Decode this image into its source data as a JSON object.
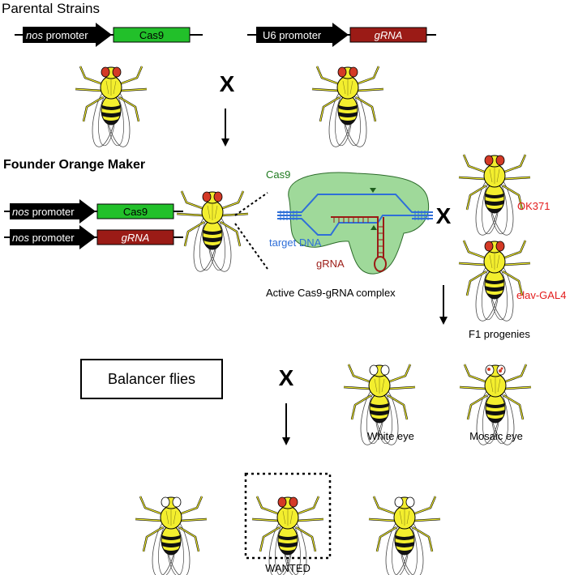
{
  "sections": {
    "parental": "Parental Strains",
    "founder": "Founder Orange Maker"
  },
  "constructs": {
    "nos_prefix": "nos",
    "nos_suffix": " promoter",
    "u6_promoter": "U6 promoter",
    "cas9": "Cas9",
    "grna": "gRNA"
  },
  "cross_symbol": "X",
  "complex": {
    "cas9_label": "Cas9",
    "target_dna_label": "target DNA",
    "grna_label": "gRNA",
    "caption": "Active Cas9-gRNA complex"
  },
  "driver_lines": {
    "ok371": "OK371",
    "elav": "elav-GAL4"
  },
  "progeny": {
    "f1_label": "F1 progenies",
    "white_eye": "White eye",
    "mosaic_eye": "Mosaic eye"
  },
  "balancer_label": "Balancer flies",
  "wanted_label": "WANTED",
  "colors": {
    "cas9_box": "#22c02a",
    "grna_box": "#9b1b16",
    "complex_fill": "#9fd99a",
    "dna_blue": "#2f6fd8",
    "grna_red": "#9b1b16",
    "cas9_text": "#1e7a1e",
    "driver_text": "#e31b1b",
    "fly_body": "#f3ee2e",
    "eye_red": "#d43a26"
  }
}
